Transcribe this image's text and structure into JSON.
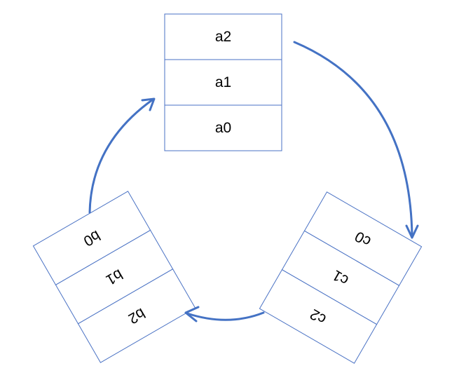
{
  "stacks": {
    "a": {
      "cells": [
        "a2",
        "a1",
        "a0"
      ]
    },
    "b": {
      "cells": [
        "b2",
        "b1",
        "b0"
      ]
    },
    "c": {
      "cells": [
        "c0",
        "c1",
        "c2"
      ]
    }
  },
  "colors": {
    "box_stroke": "#4a72c4",
    "arrow": "#4472c4",
    "text": "#000000",
    "background": "#ffffff"
  }
}
